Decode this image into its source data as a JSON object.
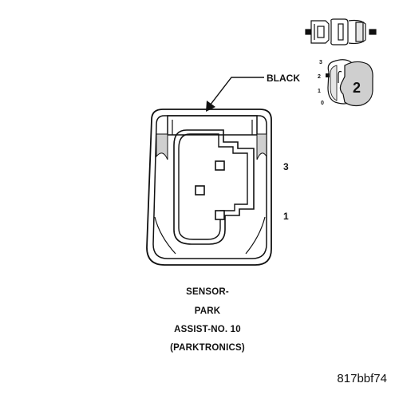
{
  "connector": {
    "color_label": "BLACK",
    "pin_labels": {
      "upper": "3",
      "lower": "1"
    }
  },
  "view_indicator": {
    "scale_labels": [
      "3",
      "2",
      "1",
      "0"
    ],
    "connector_number": "2"
  },
  "caption": {
    "lines": [
      "SENSOR-",
      "PARK",
      "ASSIST-NO. 10",
      "(PARKTRONICS)"
    ]
  },
  "figure_id": "817bbf74",
  "colors": {
    "ink": "#111111",
    "background": "#ffffff",
    "shading": "#cfcfcf"
  }
}
